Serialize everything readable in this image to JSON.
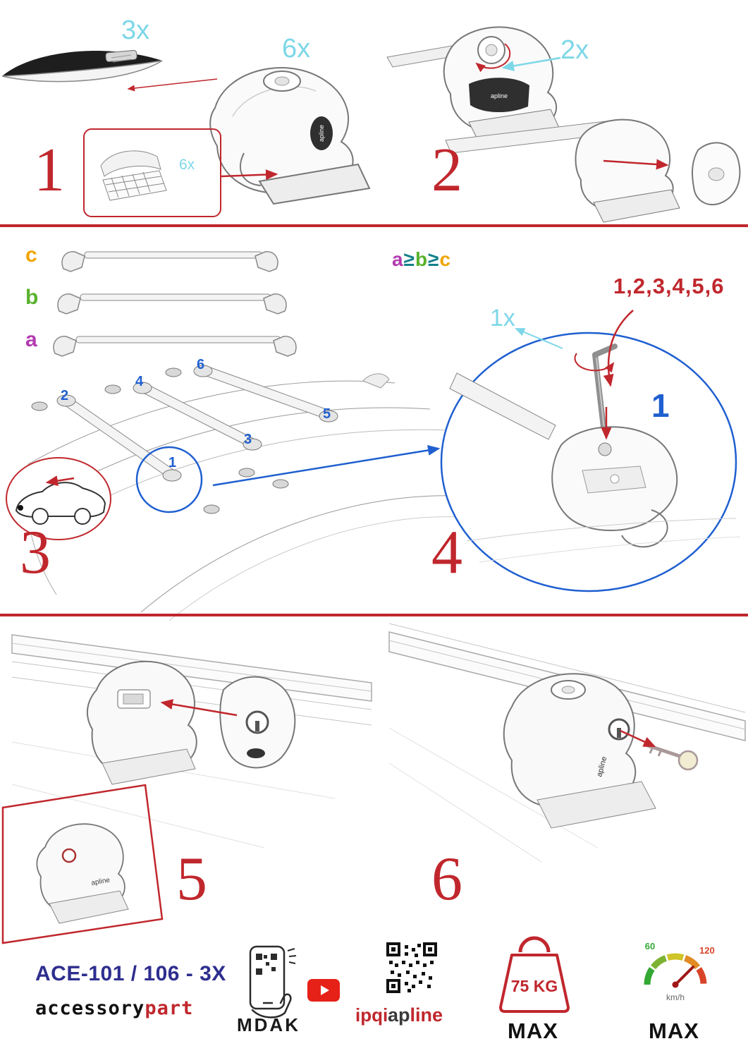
{
  "step1": {
    "number": "1",
    "bar_qty": "3x",
    "foot_qty": "6x",
    "pad_qty": "6x"
  },
  "step2": {
    "number": "2",
    "knob_qty": "2x"
  },
  "step3": {
    "number": "3",
    "label_a": "a",
    "label_b": "b",
    "label_c": "c",
    "order_a": "a",
    "order_b": "b",
    "order_c": "c",
    "gte": "≥",
    "positions": {
      "p1": "1",
      "p2": "2",
      "p3": "3",
      "p4": "4",
      "p5": "5",
      "p6": "6"
    }
  },
  "step4": {
    "number": "4",
    "key_qty": "1x",
    "sequence": "1,2,3,4,5,6",
    "first_step": "1"
  },
  "step5": {
    "number": "5"
  },
  "step6": {
    "number": "6"
  },
  "product_logo": "apline",
  "footer": {
    "model": "ACE-101 / 106 - 3X",
    "brand_part1": "accessory",
    "brand_part2": "part",
    "mdak": "MDAK",
    "ipqi": "ipqi",
    "apline_part1": "ap",
    "apline_part2": "line",
    "weight_limit": "75 KG",
    "weight_max_label": "MAX",
    "speed_min": "60",
    "speed_max_value": "120",
    "speed_unit": "km/h",
    "speed_max_label": "MAX"
  },
  "colors": {
    "accent_red": "#c0272d",
    "qty_cyan": "#7dd7e8",
    "position_blue": "#1f5fd0",
    "model_navy": "#2e2e8f"
  }
}
